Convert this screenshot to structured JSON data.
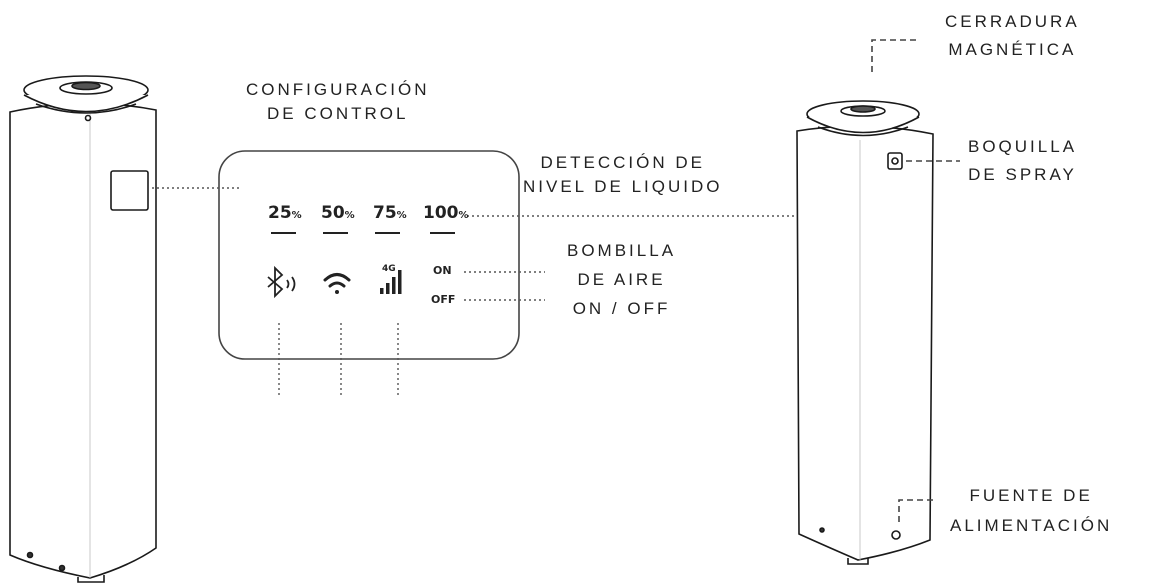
{
  "labels": {
    "config_line1": "CONFIGURACIÓN",
    "config_line2": "DE CONTROL",
    "level_line1": "DETECCIÓN DE",
    "level_line2": "NIVEL DE LIQUIDO",
    "bulb_line1": "BOMBILLA",
    "bulb_line2": "DE AIRE",
    "bulb_line3": "ON / OFF",
    "lock_line1": "CERRADURA",
    "lock_line2": "MAGNÉTICA",
    "nozzle_line1": "BOQUILLA",
    "nozzle_line2": "DE SPRAY",
    "power_line1": "FUENTE DE",
    "power_line2": "ALIMENTACIÓN"
  },
  "panel": {
    "levels": [
      {
        "num": "25",
        "unit": "%"
      },
      {
        "num": "50",
        "unit": "%"
      },
      {
        "num": "75",
        "unit": "%"
      },
      {
        "num": "100",
        "unit": "%"
      }
    ],
    "on": "ON",
    "off": "OFF",
    "network": "4G"
  }
}
